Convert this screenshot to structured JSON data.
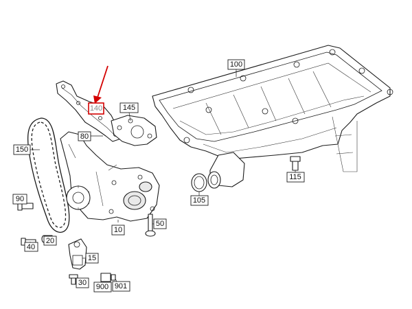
{
  "callouts": {
    "c100": "100",
    "c145": "145",
    "c140": "140",
    "c80": "80",
    "c150": "150",
    "c90": "90",
    "c40": "40",
    "c20": "20",
    "c10": "10",
    "c50": "50",
    "c105": "105",
    "c115": "115",
    "c15": "15",
    "c30": "30",
    "c900": "900",
    "c901": "901"
  },
  "highlighted_part": "140",
  "colors": {
    "highlight": "#d40000",
    "line": "#1a1a1a",
    "background": "#ffffff"
  }
}
